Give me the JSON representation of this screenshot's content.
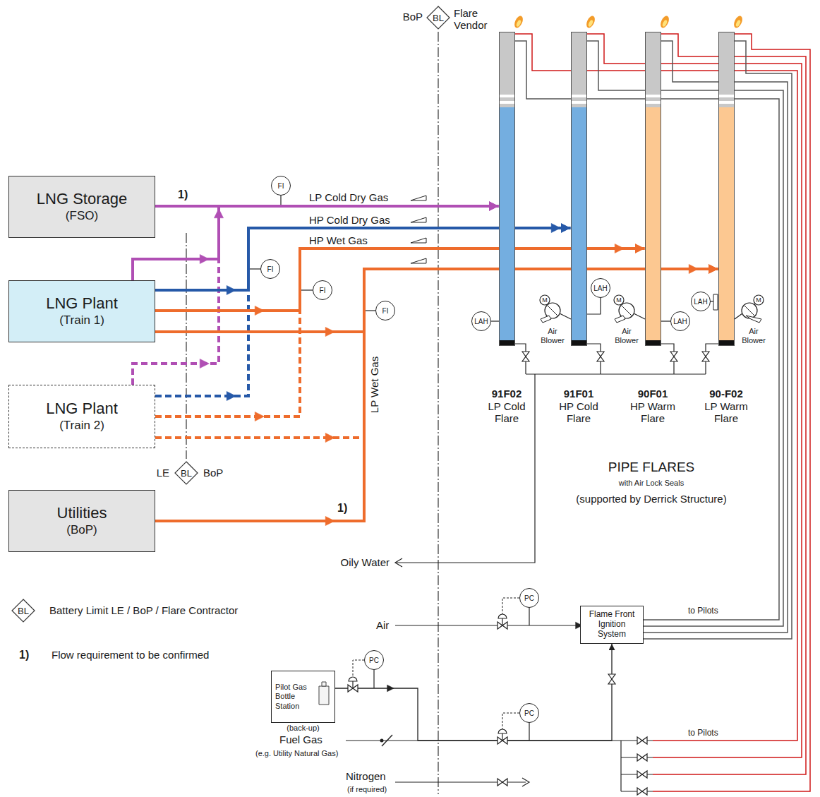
{
  "diagram": {
    "nodes": [
      {
        "text": [
          "BL"
        ]
      },
      {
        "text": [
          "LNG Storage",
          "(FSO)"
        ]
      },
      {
        "text": [
          "FI"
        ]
      },
      {
        "text": [
          "FI"
        ]
      },
      {
        "text": [
          "LNG Plant",
          "(Train 1)"
        ]
      },
      {
        "text": [
          "FI"
        ]
      },
      {
        "text": [
          "FI"
        ]
      },
      {
        "text": [
          "LAH"
        ]
      },
      {
        "text": [
          "LAH"
        ]
      },
      {
        "text": [
          "LAH"
        ]
      },
      {
        "text": [
          "LAH"
        ]
      },
      {
        "text": [
          "91F02",
          "LP Cold Flare"
        ]
      },
      {
        "text": [
          "91F01",
          "HP Cold Flare"
        ]
      },
      {
        "text": [
          "90F01",
          "HP Warm Flare"
        ]
      },
      {
        "text": [
          "90-F02",
          "LP Warm Flare"
        ]
      },
      {
        "text": [
          "LNG Plant",
          "(Train 2)"
        ]
      },
      {
        "text": [
          "BL"
        ]
      },
      {
        "text": [
          "Utilities",
          "(BoP)"
        ]
      },
      {
        "text": [
          "BL"
        ]
      },
      {
        "text": [
          "PC"
        ]
      },
      {
        "text": [
          "Flame Front Ignition System"
        ]
      },
      {
        "text": [
          "PC"
        ]
      },
      {
        "text": [
          "Pilot Gas Bottle Station",
          "(back-up)"
        ]
      },
      {
        "text": [
          "PC"
        ]
      }
    ],
    "edges": [
      {
        "from": 1,
        "to": 11,
        "arrow": "to",
        "label": "LP Cold Dry Gas"
      },
      {
        "from": 4,
        "to": 11,
        "arrow": "to"
      },
      {
        "from": 15,
        "to": 11,
        "arrow": "to"
      },
      {
        "from": 4,
        "to": 12,
        "arrow": "to",
        "label": "HP Cold Dry Gas"
      },
      {
        "from": 15,
        "to": 12,
        "arrow": "to"
      },
      {
        "from": 4,
        "to": 13,
        "arrow": "to",
        "label": "HP Wet Gas"
      },
      {
        "from": 15,
        "to": 13,
        "arrow": "to"
      },
      {
        "from": 4,
        "to": 14,
        "arrow": "to"
      },
      {
        "from": 15,
        "to": 14,
        "arrow": "to"
      },
      {
        "from": 17,
        "to": 14,
        "arrow": "to",
        "label": "LP Wet Gas"
      },
      {
        "from": 20,
        "to": 11,
        "arrow": "none"
      },
      {
        "from": 20,
        "to": 12,
        "arrow": "none"
      },
      {
        "from": 20,
        "to": 13,
        "arrow": "none"
      },
      {
        "from": 20,
        "to": 14,
        "arrow": "none"
      },
      {
        "from": 22,
        "to": 20,
        "arrow": "to"
      }
    ],
    "labels": [
      "BoP",
      "Flare Vendor",
      "1)",
      "M",
      "Air Blower",
      "M",
      "Air Blower",
      "M",
      "Air Blower",
      "LE",
      "BoP",
      "PIPE FLARES",
      "with Air Lock Seals",
      "(supported by Derrick Structure)",
      "1)",
      "Oily Water",
      "to Pilots",
      "Air",
      "1)",
      "Flow requirement to be confirmed",
      "Fuel Gas",
      "(e.g. Utility Natural Gas)",
      "to Pilots",
      "Nitrogen",
      "(if required)"
    ],
    "legend": [
      {
        "text": "Battery Limit LE / BoP / Flare Contractor"
      }
    ]
  }
}
